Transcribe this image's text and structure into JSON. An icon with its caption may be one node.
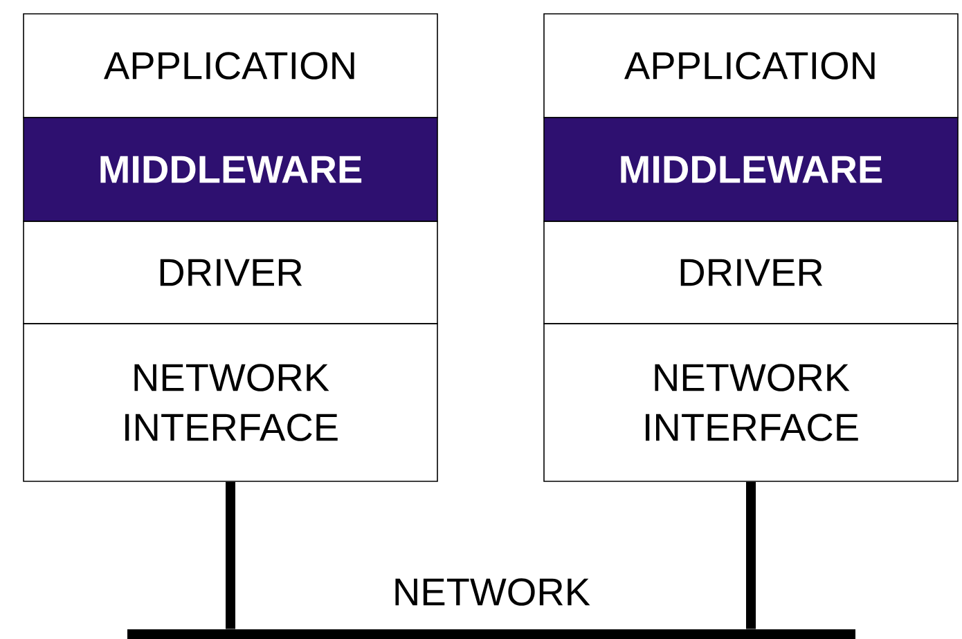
{
  "diagram": {
    "nodes": [
      {
        "text": [
          "APPLICATION"
        ]
      },
      {
        "text": [
          "MIDDLEWARE"
        ]
      },
      {
        "text": [
          "DRIVER"
        ]
      },
      {
        "text": [
          "NETWORK INTERFACE"
        ]
      },
      {
        "text": [
          "APPLICATION"
        ]
      },
      {
        "text": [
          "MIDDLEWARE"
        ]
      },
      {
        "text": [
          "DRIVER"
        ]
      },
      {
        "text": [
          "NETWORK INTERFACE"
        ]
      },
      {
        "text": [],
        "shape": "bar",
        "beside": [
          "NETWORK"
        ]
      }
    ],
    "edges": [
      {
        "from": 3,
        "to": 8,
        "arrow": "none"
      },
      {
        "from": 7,
        "to": 8,
        "arrow": "none"
      }
    ]
  }
}
